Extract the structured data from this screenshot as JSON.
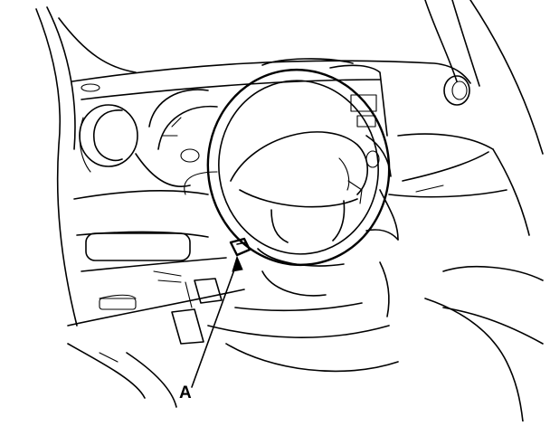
{
  "diagram": {
    "callouts": [
      {
        "id": "A",
        "label": "A",
        "target": "connector-under-dash"
      }
    ],
    "colors": {
      "line": "#000000",
      "background": "#ffffff"
    }
  }
}
